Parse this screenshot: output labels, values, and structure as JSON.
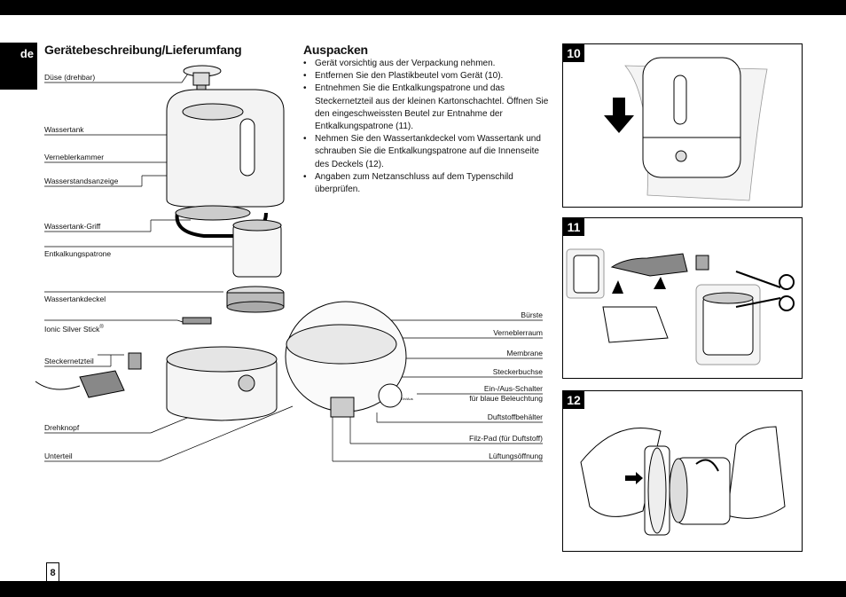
{
  "page": {
    "language_tab": "de",
    "page_number": "8"
  },
  "section_left": {
    "title": "Gerätebeschreibung/Lieferumfang",
    "labels": [
      "Düse (drehbar)",
      "Wassertank",
      "Verneblerkammer",
      "Wasserstandsanzeige",
      "Wassertank-Griff",
      "Entkalkungspatrone",
      "Wassertankdeckel",
      "Ionic Silver Stick",
      "Steckernetzteil",
      "Drehknopf",
      "Unterteil"
    ],
    "trademark": "®",
    "right_labels": [
      "Bürste",
      "Verneblerraum",
      "Membrane",
      "Steckerbuchse",
      "Ein-/Aus-Schalter",
      "für blaue Beleuchtung",
      "Duftstoffbehälter",
      "Filz-Pad (für Duftstoff)",
      "Lüftungsöffnung"
    ]
  },
  "section_middle": {
    "title": "Auspacken",
    "bullets": [
      "Gerät vorsichtig aus der Verpackung nehmen.",
      "Entfernen Sie den Plastikbeutel vom Gerät (10).",
      "Entnehmen Sie die Entkalkungspatrone und das Steckernetzteil aus der kleinen Kartonschachtel. Öffnen Sie den eingeschweissten Beutel zur Entnahme der Entkalkungspatrone (11).",
      "Nehmen Sie den Wassertankdeckel vom Wassertank und schrauben Sie die Entkalkungspatrone auf die Innenseite des Deckels (12).",
      "Angaben zum Netzanschluss auf dem Typenschild überprüfen."
    ]
  },
  "figures": [
    {
      "number": "10"
    },
    {
      "number": "11"
    },
    {
      "number": "12"
    }
  ],
  "switch_text": "Ein/Aus"
}
